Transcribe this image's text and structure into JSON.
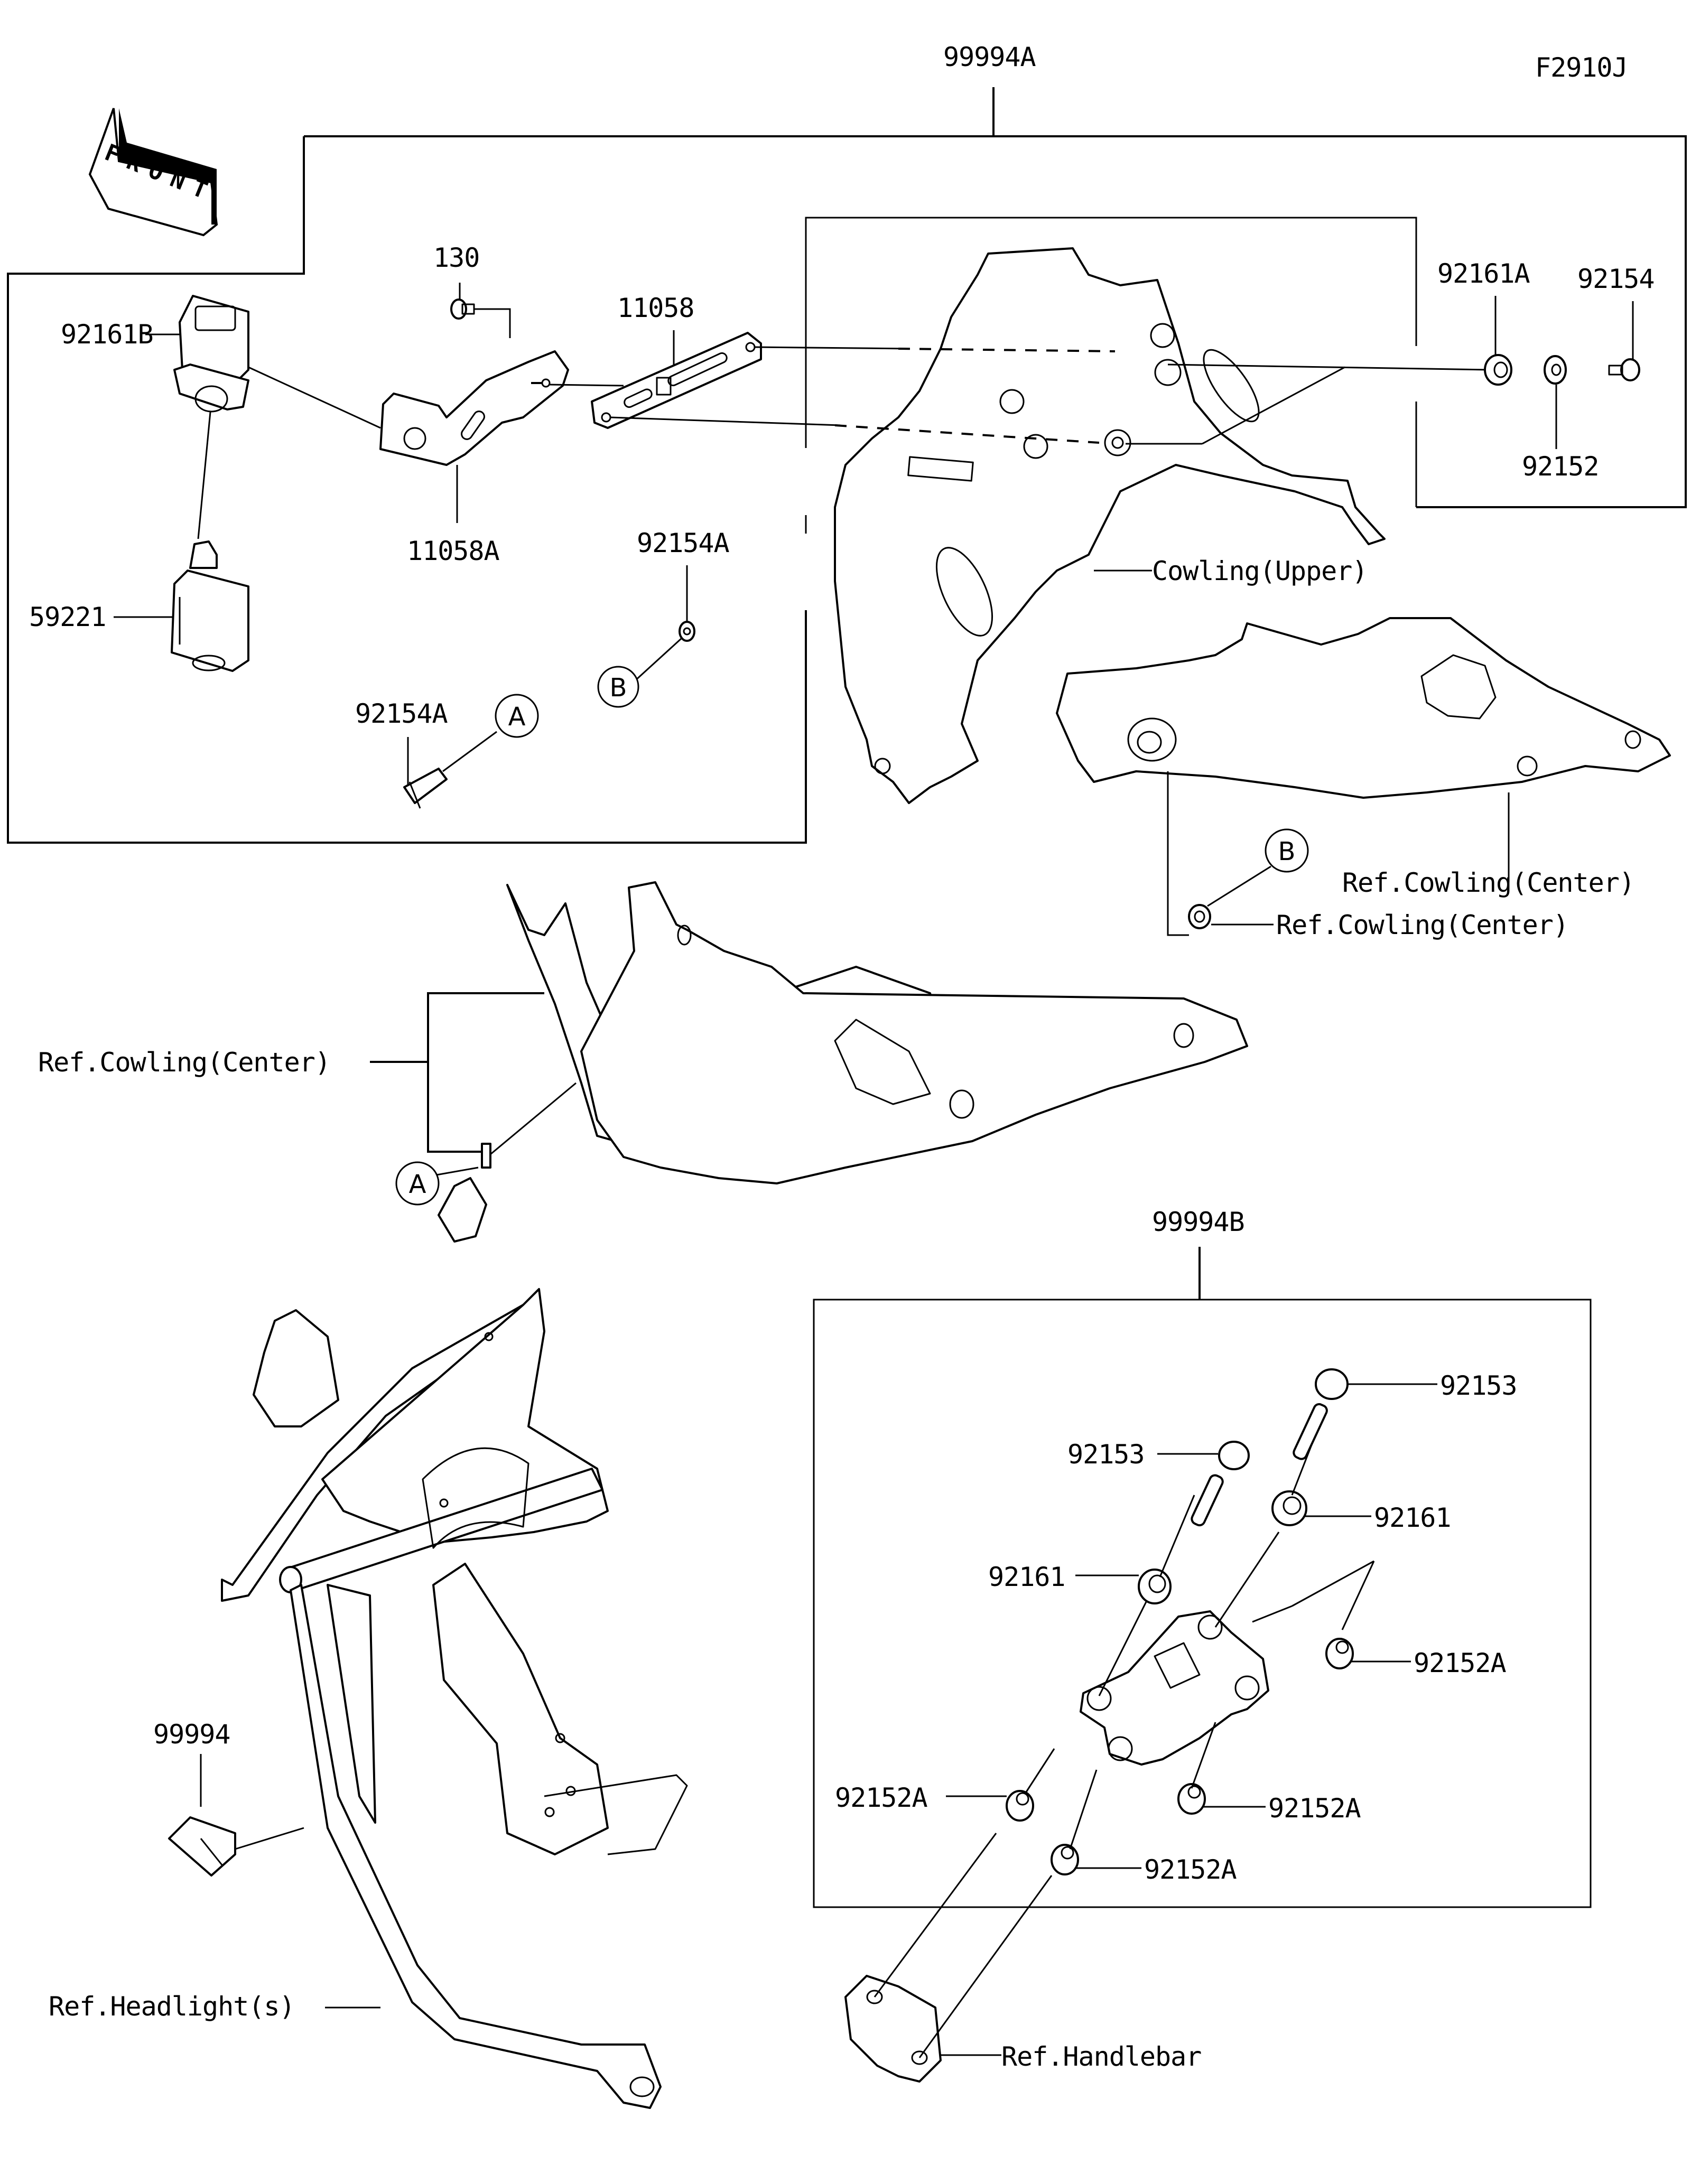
{
  "diagram": {
    "figure_code": "F2910J",
    "front_indicator": "FRONT",
    "groups": {
      "upper_kit": "99994A",
      "handlebar_kit": "99994B"
    },
    "parts": {
      "p130": "130",
      "p11058": "11058",
      "p11058A": "11058A",
      "p92161B": "92161B",
      "p59221": "59221",
      "p92154A_b": "92154A",
      "p92154A_a": "92154A",
      "p92161A": "92161A",
      "p92154": "92154",
      "p92152": "92152",
      "p99994": "99994",
      "p92153_1": "92153",
      "p92153_2": "92153",
      "p92161_1": "92161",
      "p92161_2": "92161",
      "p92152A_1": "92152A",
      "p92152A_2": "92152A",
      "p92152A_3": "92152A",
      "p92152A_4": "92152A"
    },
    "references": {
      "cowling_upper": "Cowling(Upper)",
      "cowling_center_1": "Ref.Cowling(Center)",
      "cowling_center_2": "Ref.Cowling(Center)",
      "cowling_center_3": "Ref.Cowling(Center)",
      "headlights": "Ref.Headlight(s)",
      "handlebar": "Ref.Handlebar"
    },
    "callouts": {
      "a": "A",
      "b": "B"
    }
  }
}
